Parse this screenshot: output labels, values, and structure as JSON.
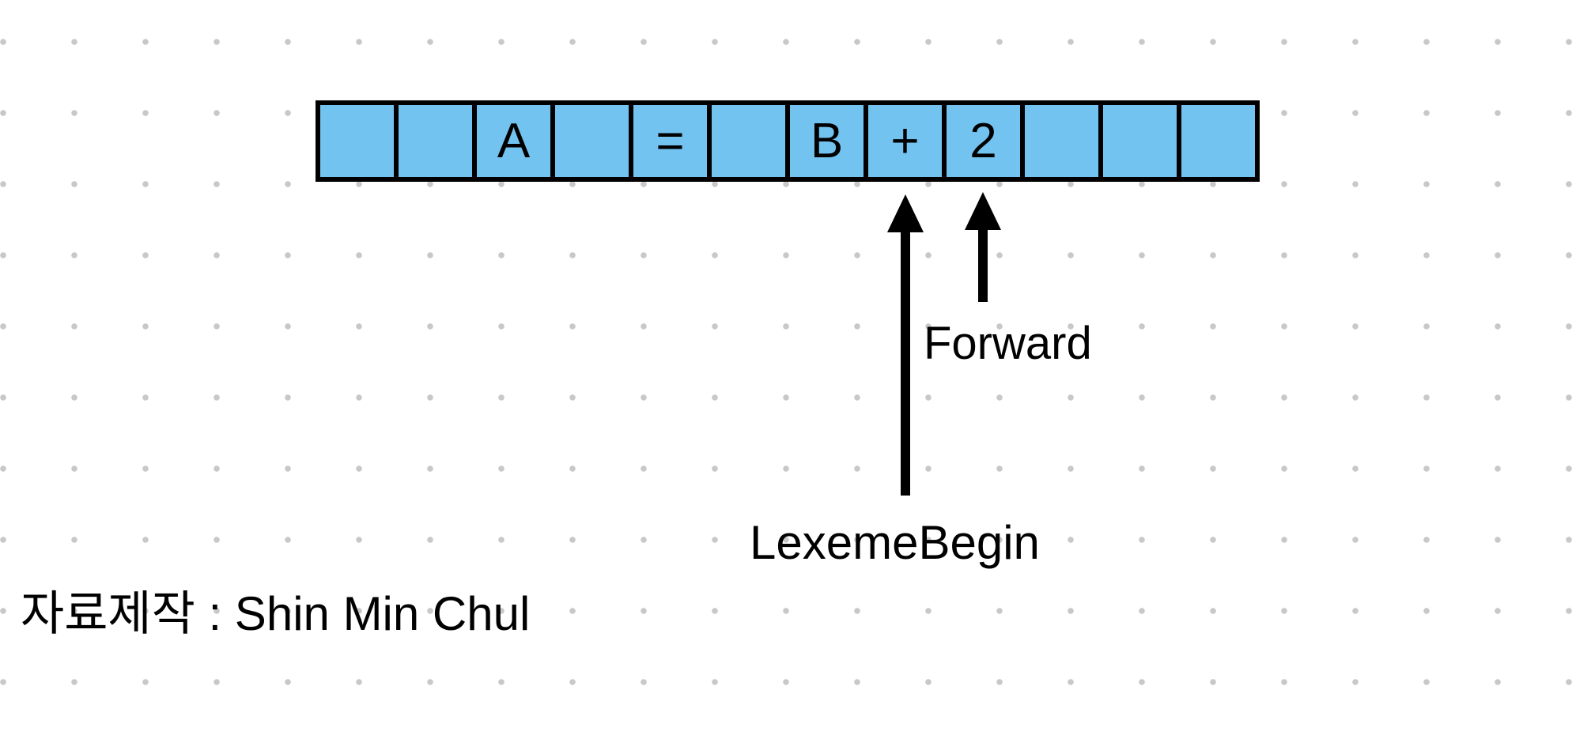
{
  "buffer": {
    "cells": [
      "",
      "",
      "A",
      "",
      "=",
      "",
      "B",
      "+",
      "2",
      "",
      "",
      ""
    ],
    "cell_count": 12,
    "content_string": "A = B + 2",
    "fill_color": "#73C3F0",
    "border_color": "#000000"
  },
  "pointers": {
    "forward": {
      "label": "Forward",
      "points_to_cell": 9,
      "arrow": "up-arrow"
    },
    "lexeme_begin": {
      "label": "LexemeBegin",
      "points_to_cell": 8,
      "arrow": "up-arrow"
    }
  },
  "credit": {
    "text": "자료제작 : Shin Min Chul"
  },
  "colors": {
    "background": "#FFFFFF",
    "dot_grid": "#C8C8C8",
    "arrow": "#000000",
    "text": "#000000"
  }
}
